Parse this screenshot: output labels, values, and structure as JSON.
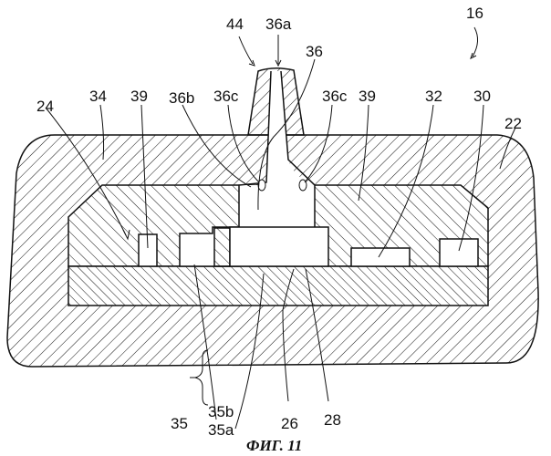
{
  "figure": {
    "caption": "ФИГ. 11",
    "assembly_ref": "16",
    "labels": {
      "l44": "44",
      "l36a": "36a",
      "l36": "36",
      "l16": "16",
      "l24": "24",
      "l34": "34",
      "l39_left": "39",
      "l36b": "36b",
      "l36c_left": "36c",
      "l36c_right": "36c",
      "l39_right": "39",
      "l32": "32",
      "l30": "30",
      "l22": "22",
      "l35": "35",
      "l35b": "35b",
      "l35a": "35a",
      "l26": "26",
      "l28": "28"
    }
  },
  "colors": {
    "ink": "#111111",
    "background": "#ffffff"
  }
}
